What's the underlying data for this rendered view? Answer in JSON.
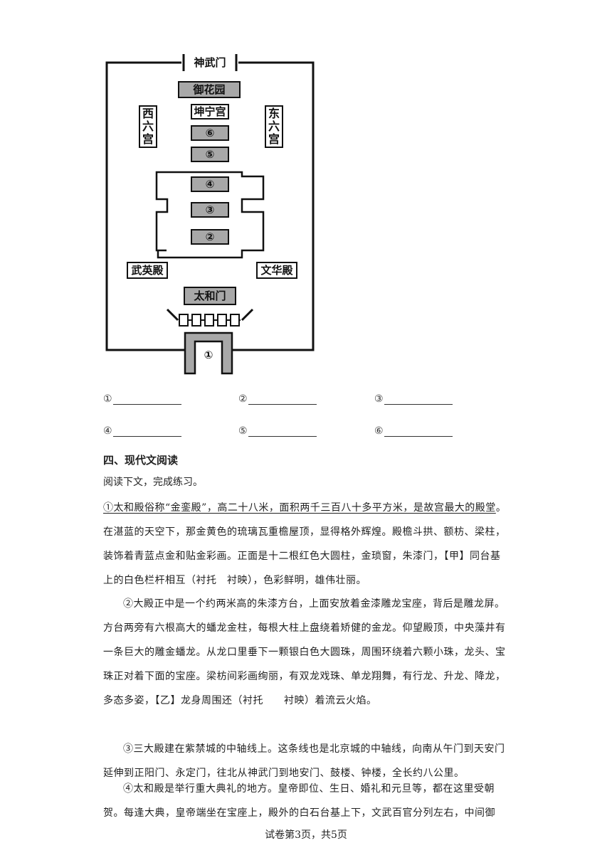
{
  "map": {
    "gate_north": "神武门",
    "garden": "御花园",
    "palace_kunning": "坤宁宫",
    "west_six": [
      "西",
      "六",
      "宫"
    ],
    "east_six": [
      "东",
      "六",
      "宫"
    ],
    "mark_6": "⑥",
    "mark_5": "⑤",
    "mark_4": "④",
    "mark_3": "③",
    "mark_2": "②",
    "mark_1": "①",
    "wuying": "武英殿",
    "wenhua": "文华殿",
    "taihe_gate": "太和门"
  },
  "blanks": [
    "①",
    "②",
    "③",
    "④",
    "⑤",
    "⑥"
  ],
  "section_title": "四、现代文阅读",
  "intro": "阅读下文，完成练习。",
  "p1": {
    "underlined": "①太和殿俗称“金銮殿”，高二十八米，面积两千三百八十多平方米，是故宫最大的殿堂",
    "rest": "。在湛蓝的天空下，那金黄色的琉璃瓦重檐屋顶，显得格外辉煌。殿檐斗拱、额枋、梁柱，装饰着青蓝点金和贴金彩画。正面是十二根红色大圆柱，金琐窗，朱漆门，【甲】同台基上的白色栏杆相互（衬托　衬映），色彩鲜明，雄伟壮丽。"
  },
  "p2": "②大殿正中是一个约两米高的朱漆方台，上面安放着金漆雕龙宝座，背后是雕龙屏。方台两旁有六根高大的蟠龙金柱，每根大柱上盘绕着矫健的金龙。仰望殿顶，中央藻井有一条巨大的雕金蟠龙。从龙口里垂下一颗银白色大圆珠，周围环绕着六颗小珠，龙头、宝珠正对着下面的宝座。梁枋间彩画绚丽，有双龙戏珠、单龙翔舞，有行龙、升龙、降龙，多态多姿，【乙】龙身周围还（衬托　　衬映）着流云火焰。",
  "p3": "③三大殿建在紫禁城的中轴线上。这条线也是北京城的中轴线，向南从午门到天安门延伸到正阳门、永定门，往北从神武门到地安门、鼓楼、钟楼，全长约八公里。",
  "p4": "④太和殿是举行重大典礼的地方。皇帝即位、生日、婚礼和元旦等，都在这里受朝贺。每逢大典，皇帝端坐在宝座上，殿外的白石台基上下，文武百官分列左右，中间御",
  "footer": "试卷第3页，共5页"
}
